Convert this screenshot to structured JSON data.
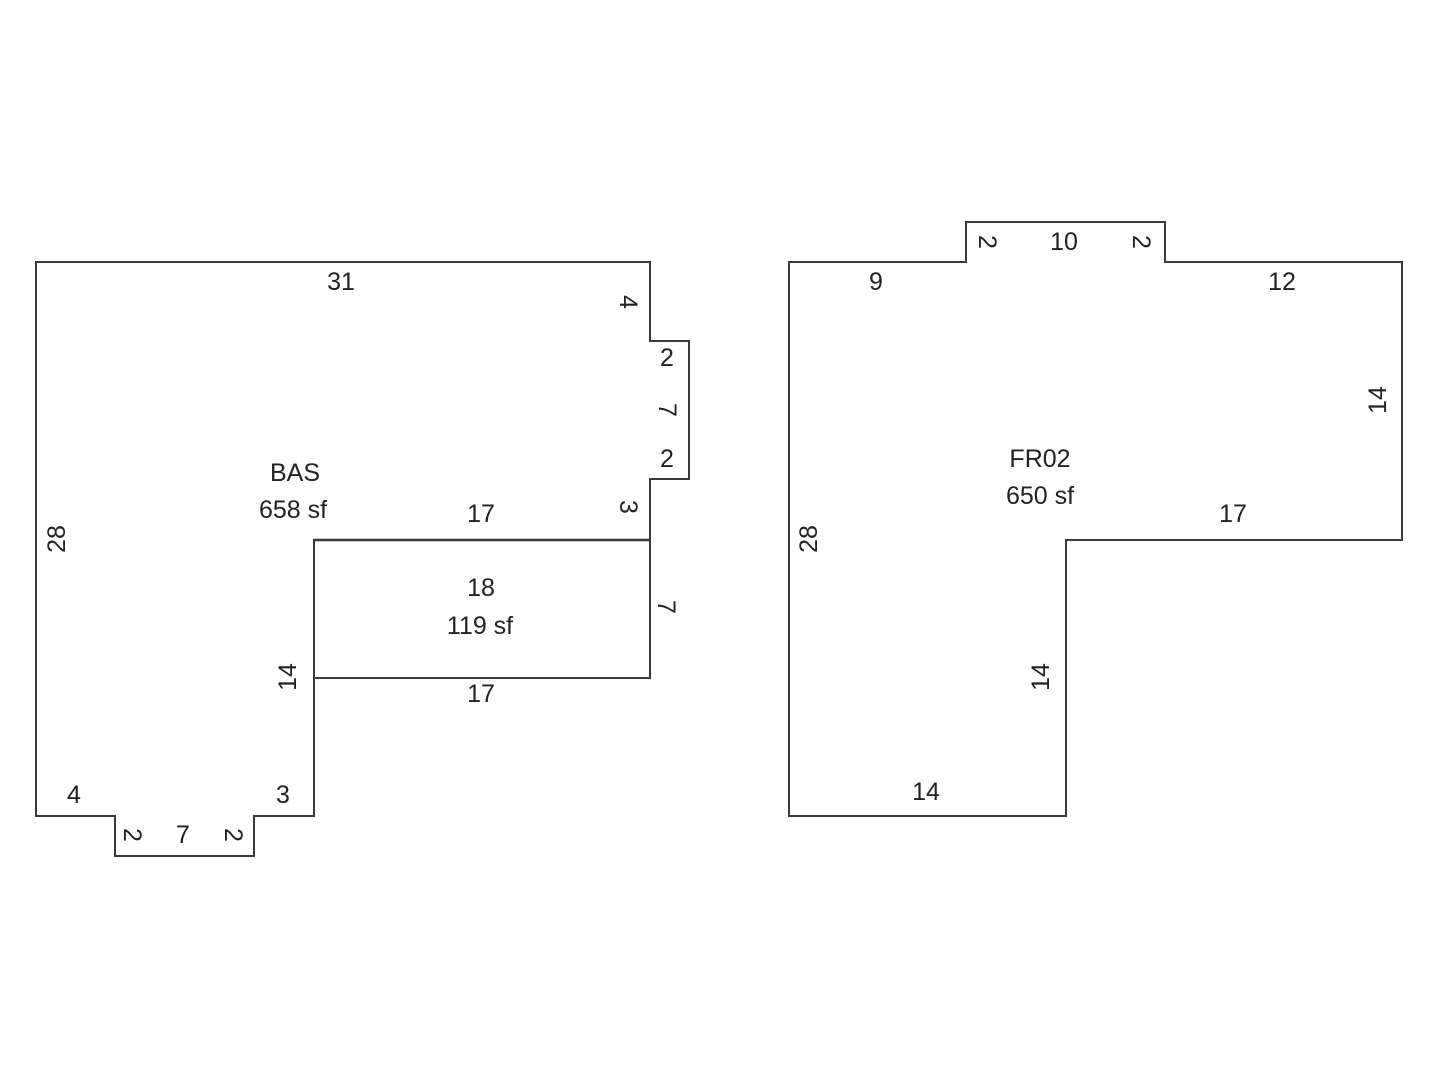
{
  "sketch": {
    "bas": {
      "name": "BAS",
      "area": "658 sf",
      "dimensions": {
        "top": "31",
        "right_upper": "4",
        "bump_top": "2",
        "bump_side": "7",
        "bump_bottom": "2",
        "right_lower": "3",
        "left": "28",
        "inner_top": "17",
        "inner_left": "14",
        "bottom_left": "4",
        "bottom_right": "3",
        "bottom_notch_left": "2",
        "bottom_notch_width": "7",
        "bottom_notch_right": "2"
      }
    },
    "sub_area": {
      "name": "18",
      "area": "119 sf",
      "dimensions": {
        "right": "7",
        "bottom": "17"
      }
    },
    "fr02": {
      "name": "FR02",
      "area": "650 sf",
      "dimensions": {
        "top_left": "9",
        "notch_left": "2",
        "notch_top": "10",
        "notch_right": "2",
        "top_right": "12",
        "right": "14",
        "inner_top": "17",
        "inner_left": "14",
        "left": "28",
        "bottom": "14"
      }
    }
  }
}
